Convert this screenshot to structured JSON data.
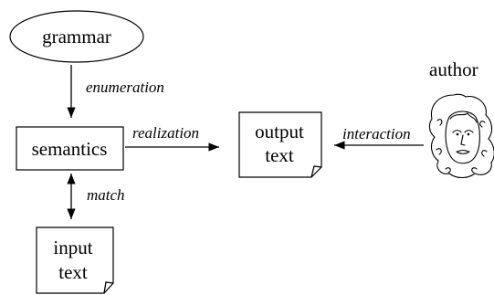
{
  "nodes": {
    "grammar": "grammar",
    "semantics": "semantics",
    "output_line1": "output",
    "output_line2": "text",
    "input_line1": "input",
    "input_line2": "text",
    "author": "author"
  },
  "edges": {
    "enumeration": "enumeration",
    "realization": "realization",
    "interaction": "interaction",
    "match": "match"
  },
  "colors": {
    "stroke": "#000000",
    "background": "#ffffff"
  },
  "icons": {
    "author": "woman-face-icon"
  }
}
